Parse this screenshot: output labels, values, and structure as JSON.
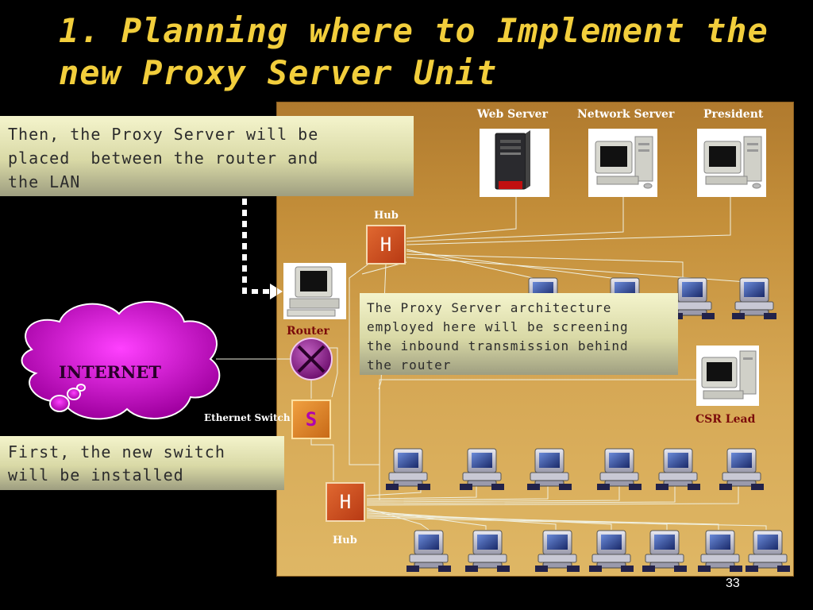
{
  "slide": {
    "title": "1. Planning where to Implement the new Proxy Server Unit",
    "page_number": "33"
  },
  "callouts": {
    "proxy_placement": "Then, the Proxy Server will be\nplaced  between the router and\nthe LAN",
    "architecture": "The Proxy Server architecture\nemployed here will be screening\nthe inbound transmission behind\nthe router",
    "switch_install": "First, the new switch\nwill be installed"
  },
  "labels": {
    "web_server": "Web Server",
    "network_server": "Network Server",
    "president": "President",
    "hub_top": "Hub",
    "hub_top_letter": "H",
    "router": "Router",
    "internet": "INTERNET",
    "ethernet_switch": "Ethernet Switch",
    "switch_letter": "S",
    "csr_lead": "CSR Lead",
    "hub_bottom": "Hub",
    "hub_bottom_letter": "H"
  },
  "colors": {
    "title": "#f2ce3c",
    "internet_cloud": "#c000c0",
    "router": "#8a1a8a",
    "hub": "#d05020"
  }
}
